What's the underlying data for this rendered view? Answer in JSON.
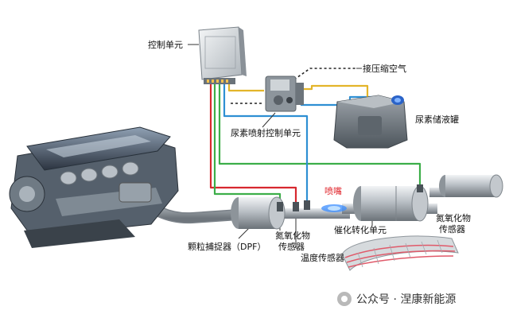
{
  "colors": {
    "line_red": "#d7282f",
    "line_green": "#3cae49",
    "line_yellow": "#e3b52a",
    "line_blue": "#2e8fd3",
    "line_black": "#222222",
    "label_red": "#e0242b"
  },
  "labels": {
    "control_unit": "控制单元",
    "compressed_air": "接压缩空气",
    "urea_injection_control": "尿素喷射控制单元",
    "urea_tank": "尿素储液罐",
    "nozzle": "喷嘴",
    "nox_sensor_left_line1": "氮氧化物",
    "nox_sensor_left_line2": "传感器",
    "dpf": "颗粒捕捉器（DPF）",
    "temp_sensor": "温度传感器",
    "catalytic_unit": "催化转化单元",
    "nox_sensor_right_line1": "氮氧化物",
    "nox_sensor_right_line2": "传感器"
  },
  "watermark": {
    "text": "公众号 · 涅康新能源",
    "icon": "wechat-icon"
  }
}
